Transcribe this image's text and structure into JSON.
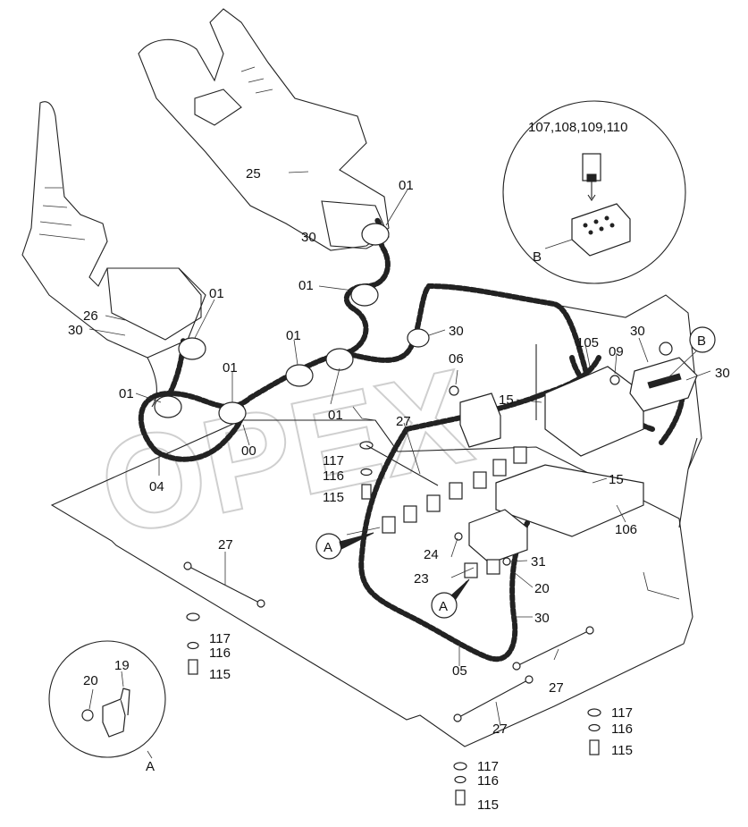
{
  "watermark": "OPEX",
  "callouts": {
    "c01_top": "01",
    "c01_mid": "01",
    "c01_left": "01",
    "c01_a": "01",
    "c01_b": "01",
    "c01_c": "01",
    "c01_d": "01",
    "c00": "00",
    "c04": "04",
    "c05": "05",
    "c06": "06",
    "c09": "09",
    "c15_a": "15",
    "c15_b": "15",
    "c19": "19",
    "c20_a": "20",
    "c20_b": "20",
    "c23": "23",
    "c24": "24",
    "c25": "25",
    "c26": "26",
    "c27_a": "27",
    "c27_b": "27",
    "c27_c": "27",
    "c27_d": "27",
    "c30_a": "30",
    "c30_b": "30",
    "c30_c": "30",
    "c30_d": "30",
    "c30_e": "30",
    "c30_f": "30",
    "c31": "31",
    "c105": "105",
    "c106": "106",
    "c107": "107,108,109,110",
    "c115_a": "115",
    "c115_b": "115",
    "c115_c": "115",
    "c115_d": "115",
    "c116_a": "116",
    "c116_b": "116",
    "c116_c": "116",
    "c116_d": "116",
    "c117_a": "117",
    "c117_b": "117",
    "c117_c": "117",
    "c117_d": "117"
  },
  "detail_markers": {
    "a1": "A",
    "a2": "A",
    "a_inset": "A",
    "b1": "B",
    "b_inset": "B"
  }
}
